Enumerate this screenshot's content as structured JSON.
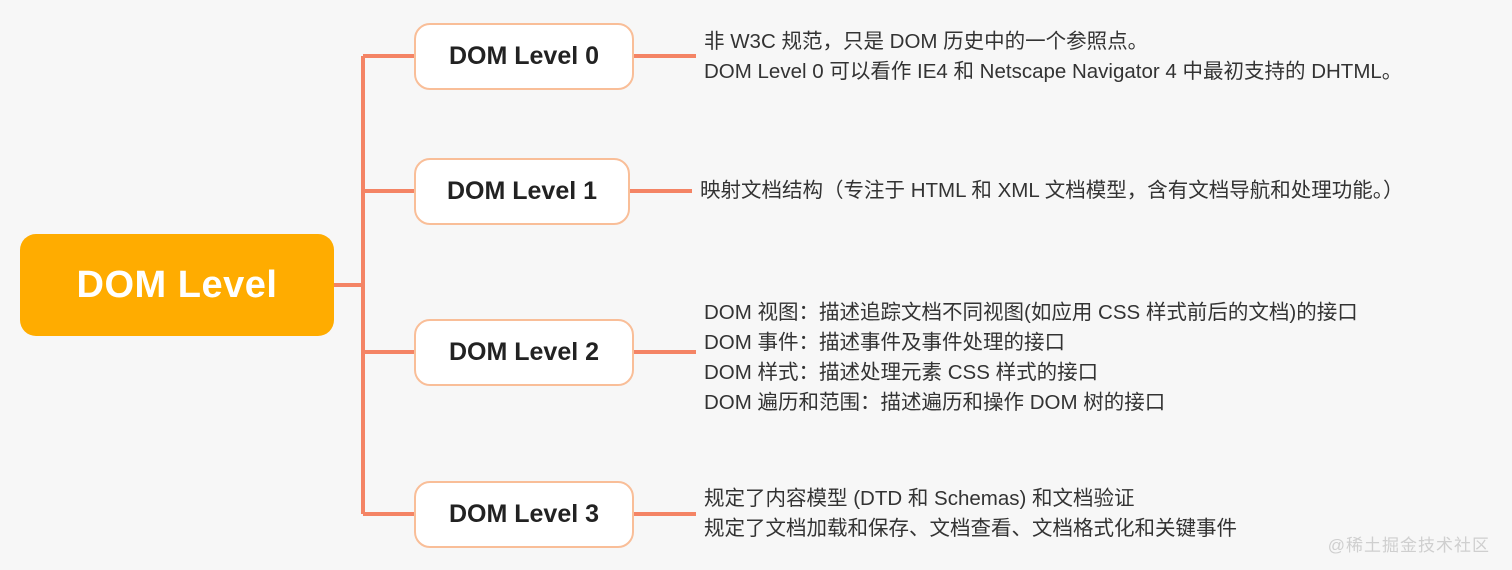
{
  "diagram": {
    "type": "mindmap",
    "background_color": "#F7F7F7",
    "root": {
      "label": "DOM Level",
      "fill_color": "#FFAC00",
      "text_color": "#FFFFFF"
    },
    "connector_color": "#F48465",
    "node_border_color": "#F9BE98",
    "node_fill_color": "#FFFFFF",
    "branches": [
      {
        "label": "DOM Level 0",
        "description_lines": [
          "非 W3C 规范，只是 DOM 历史中的一个参照点。",
          "DOM Level 0 可以看作 IE4 和 Netscape Navigator 4 中最初支持的 DHTML。"
        ]
      },
      {
        "label": "DOM Level 1",
        "description_lines": [
          "映射文档结构（专注于 HTML 和 XML 文档模型，含有文档导航和处理功能。）"
        ]
      },
      {
        "label": "DOM Level 2",
        "description_lines": [
          "DOM 视图：描述追踪文档不同视图(如应用 CSS 样式前后的文档)的接口",
          "DOM 事件：描述事件及事件处理的接口",
          "DOM 样式：描述处理元素 CSS 样式的接口",
          "DOM 遍历和范围：描述遍历和操作 DOM 树的接口"
        ]
      },
      {
        "label": "DOM Level 3",
        "description_lines": [
          "规定了内容模型 (DTD 和 Schemas) 和文档验证",
          "规定了文档加载和保存、文档查看、文档格式化和关键事件"
        ]
      }
    ]
  },
  "watermark": {
    "text": "@稀土掘金技术社区"
  }
}
